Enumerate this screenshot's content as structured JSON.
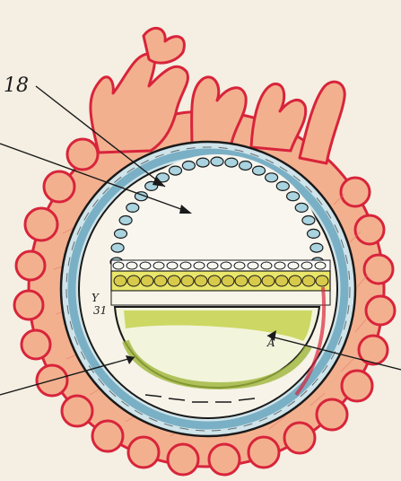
{
  "labels": {
    "main_number": "18",
    "side_mark_left": "Y",
    "side_mark_left2": "31",
    "mark_right": "A"
  },
  "colors": {
    "background": "#f4efe2",
    "villi_fill": "#f2a58a",
    "villi_edge": "#d8243b",
    "blue_layer": "#8fc3d6",
    "blue_cells": "#5d9fb8",
    "yellow_band": "#e3e05a",
    "green_sac": "#b9cf4a",
    "ink": "#1a1a1a"
  }
}
